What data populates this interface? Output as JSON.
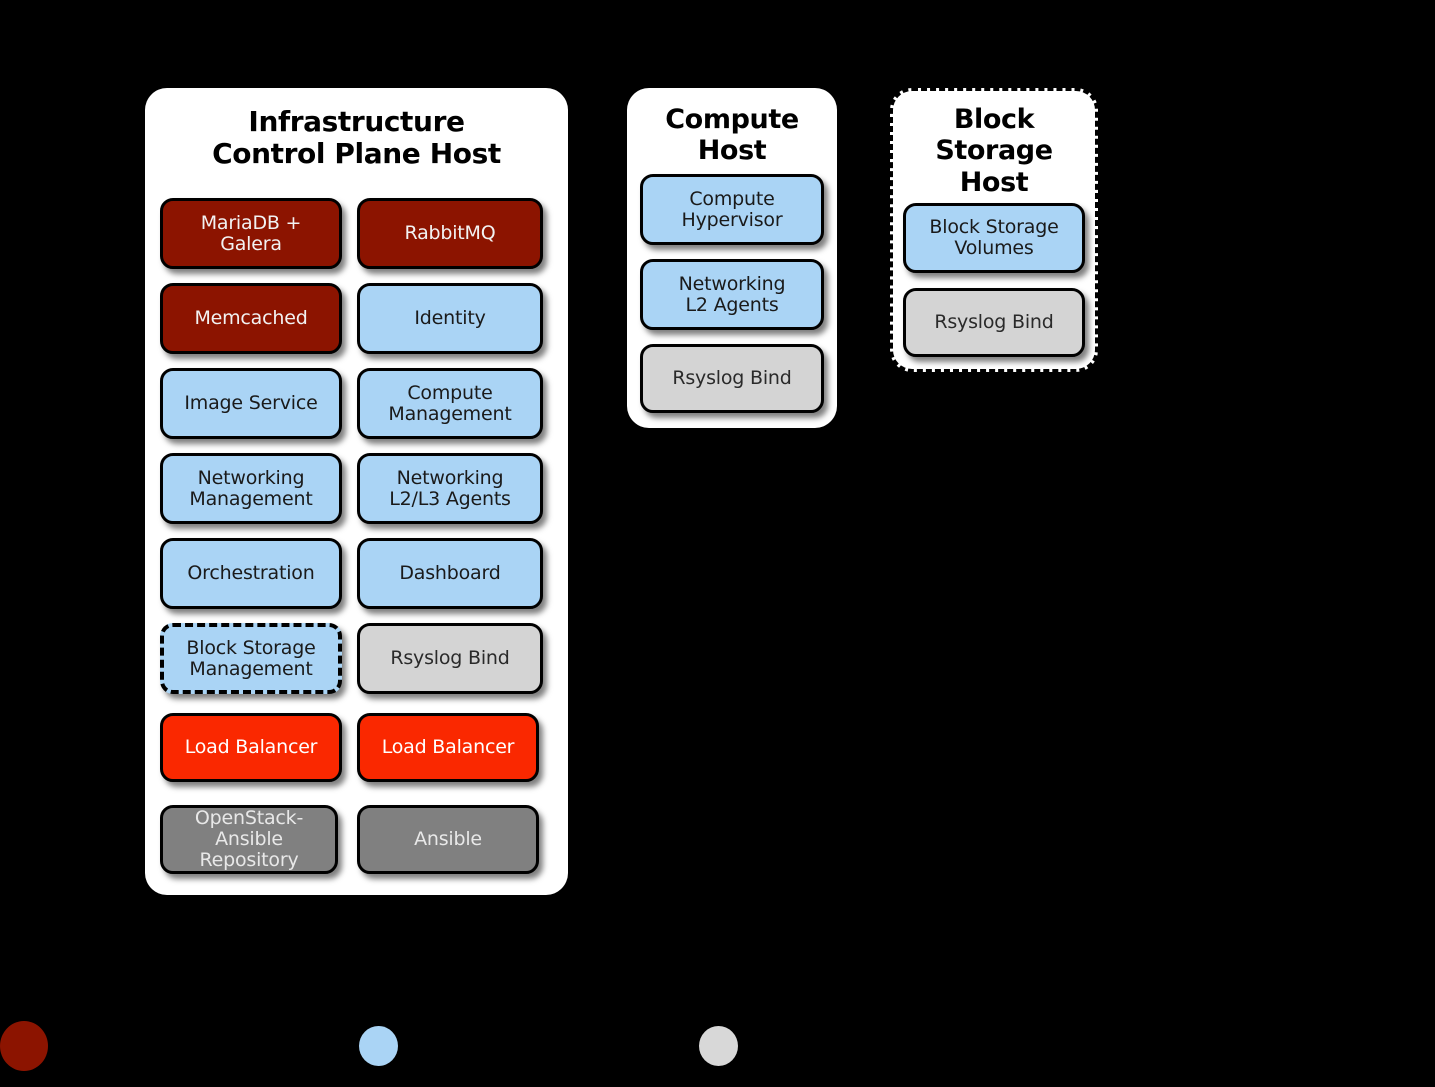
{
  "background_color": "#000000",
  "palette": {
    "dark_red": "#8c1400",
    "light_blue": "#aad4f5",
    "bright_red": "#fa2800",
    "gray": "#808080",
    "light_gray": "#d4d4d4",
    "panel_white": "#ffffff",
    "outline_black": "#000000"
  },
  "panels": [
    {
      "id": "infrastructure-control-plane-host",
      "title": "Infrastructure\nControl Plane Host",
      "border_style": "solid",
      "columns": [
        {
          "id": "left",
          "boxes": [
            {
              "label": "MariaDB +\nGalera",
              "color": "dark_red",
              "border": "solid"
            },
            {
              "label": "Memcached",
              "color": "dark_red",
              "border": "solid"
            },
            {
              "label": "Image Service",
              "color": "light_blue",
              "border": "solid"
            },
            {
              "label": "Networking\nManagement",
              "color": "light_blue",
              "border": "solid"
            },
            {
              "label": "Orchestration",
              "color": "light_blue",
              "border": "solid"
            },
            {
              "label": "Block Storage\nManagement",
              "color": "light_blue",
              "border": "dashed"
            },
            {
              "label": "Load Balancer",
              "color": "bright_red",
              "border": "solid"
            },
            {
              "label": "OpenStack-\nAnsible\nRepository",
              "color": "gray",
              "border": "solid"
            }
          ]
        },
        {
          "id": "right",
          "boxes": [
            {
              "label": "RabbitMQ",
              "color": "dark_red",
              "border": "solid"
            },
            {
              "label": "Identity",
              "color": "light_blue",
              "border": "solid"
            },
            {
              "label": "Compute\nManagement",
              "color": "light_blue",
              "border": "solid"
            },
            {
              "label": "Networking\nL2/L3 Agents",
              "color": "light_blue",
              "border": "solid"
            },
            {
              "label": "Dashboard",
              "color": "light_blue",
              "border": "solid"
            },
            {
              "label": "Rsyslog Bind",
              "color": "light_gray",
              "border": "solid"
            },
            {
              "label": "Load Balancer",
              "color": "bright_red",
              "border": "solid"
            },
            {
              "label": "Ansible",
              "color": "gray",
              "border": "solid"
            }
          ]
        }
      ]
    },
    {
      "id": "compute-host",
      "title": "Compute\nHost",
      "border_style": "solid",
      "columns": [
        {
          "id": "only",
          "boxes": [
            {
              "label": "Compute\nHypervisor",
              "color": "light_blue",
              "border": "solid"
            },
            {
              "label": "Networking\nL2 Agents",
              "color": "light_blue",
              "border": "solid"
            },
            {
              "label": "Rsyslog Bind",
              "color": "light_gray",
              "border": "solid"
            }
          ]
        }
      ]
    },
    {
      "id": "block-storage-host",
      "title": "Block\nStorage\nHost",
      "border_style": "dotted",
      "columns": [
        {
          "id": "only",
          "boxes": [
            {
              "label": "Block Storage\nVolumes",
              "color": "light_blue",
              "border": "solid"
            },
            {
              "label": "Rsyslog Bind",
              "color": "light_gray",
              "border": "solid"
            }
          ]
        }
      ]
    }
  ],
  "legend": {
    "items": [
      {
        "id": "legend-dark-red",
        "color": "#8c1400",
        "label": ""
      },
      {
        "id": "legend-light-blue",
        "color": "#aad4f5",
        "label": ""
      },
      {
        "id": "legend-light-gray",
        "color": "#d8d8d8",
        "label": ""
      }
    ]
  }
}
